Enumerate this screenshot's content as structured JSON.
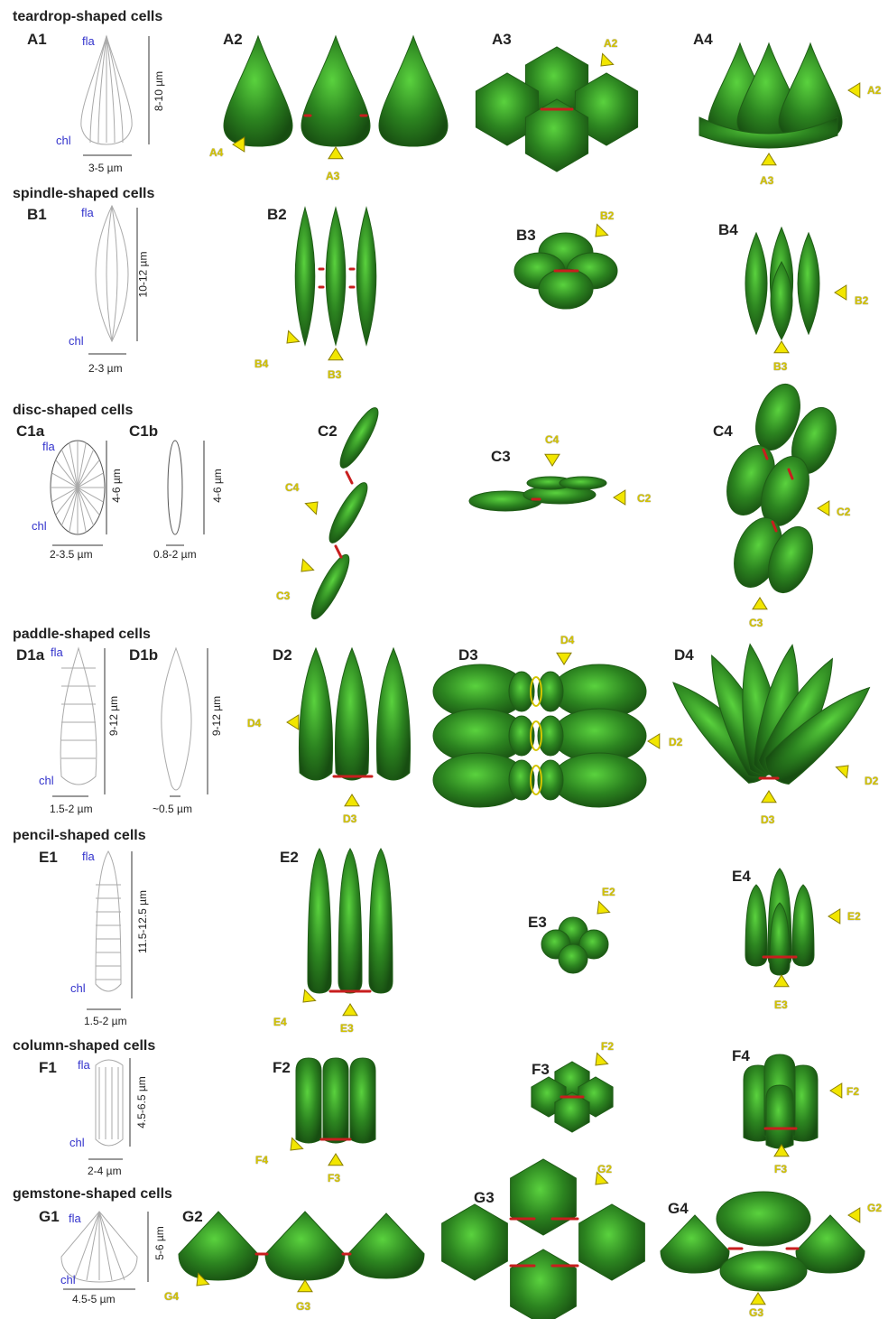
{
  "sections": [
    {
      "key": "A",
      "title": "teardrop-shaped cells"
    },
    {
      "key": "B",
      "title": "spindle-shaped cells"
    },
    {
      "key": "C",
      "title": "disc-shaped cells"
    },
    {
      "key": "D",
      "title": "paddle-shaped cells"
    },
    {
      "key": "E",
      "title": "pencil-shaped cells"
    },
    {
      "key": "F",
      "title": "column-shaped cells"
    },
    {
      "key": "G",
      "title": "gemstone-shaped cells"
    }
  ],
  "panel_labels": [
    "A1",
    "A2",
    "A3",
    "A4",
    "B1",
    "B2",
    "B3",
    "B4",
    "C1a",
    "C1b",
    "C2",
    "C3",
    "C4",
    "D1a",
    "D1b",
    "D2",
    "D3",
    "D4",
    "E1",
    "E2",
    "E3",
    "E4",
    "F1",
    "F2",
    "F3",
    "F4",
    "G1",
    "G2",
    "G3",
    "G4"
  ],
  "words": {
    "fla": "fla",
    "chl": "chl"
  },
  "dimensions": {
    "A_h": "8-10 µm",
    "A_w": "3-5 µm",
    "B_h": "10-12 µm",
    "B_w": "2-3 µm",
    "C1a_h": "4-6 µm",
    "C1a_w": "2-3.5 µm",
    "C1b_h": "4-6 µm",
    "C1b_w": "0.8-2 µm",
    "D1a_h": "9-12 µm",
    "D1a_w": "1.5-2 µm",
    "D1b_h": "9-12 µm",
    "D1b_w": "~0.5 µm",
    "E_h": "11.5-12.5 µm",
    "E_w": "1.5-2 µm",
    "F_h": "4.5-6.5 µm",
    "F_w": "2-4 µm",
    "G_h": "5-6 µm",
    "G_w": "4.5-5 µm"
  },
  "arrow_labels": [
    "A2",
    "A4",
    "A3",
    "A2",
    "A3",
    "B2",
    "B4",
    "B3",
    "B2",
    "B3",
    "C4",
    "C3",
    "C4",
    "C2",
    "C2",
    "C3",
    "D4",
    "D3",
    "D4",
    "D2",
    "D2",
    "D3",
    "E4",
    "E3",
    "E2",
    "E2",
    "E3",
    "F4",
    "F3",
    "F2",
    "F2",
    "F3",
    "G4",
    "G3",
    "G2",
    "G2",
    "G3"
  ],
  "colors": {
    "cell_dark": "#1f5e16",
    "cell_mid": "#2f8a22",
    "cell_light": "#59d63d",
    "junction": "#c81e1e",
    "arrow": "#f2e600",
    "dim_text": "#222222",
    "word_text": "#3333cc",
    "wire": "#aaaaaa"
  }
}
